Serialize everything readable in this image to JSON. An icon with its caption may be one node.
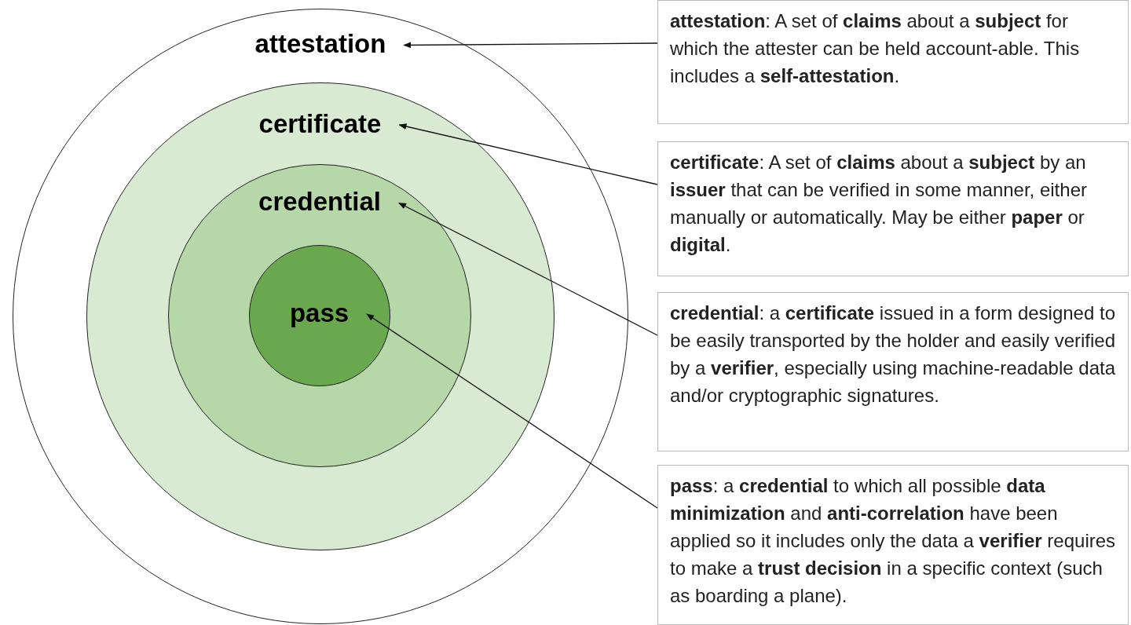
{
  "diagram": {
    "nodes": [
      {
        "text": [
          "attestation"
        ]
      },
      {
        "text": [
          "certificate"
        ],
        "in": 0
      },
      {
        "text": [
          "credential"
        ],
        "in": 1
      },
      {
        "text": [
          "pass"
        ],
        "in": 2
      },
      {
        "text": [
          "**attestation**: A set of **claims** about a **subject** for which the attester can be held account-able. This includes a **self-attestation**."
        ]
      },
      {
        "text": [
          "**certificate**: A set of **claims** about a **subject** by an **issuer** that can be verified in some manner, either manually or automatically. May be either **paper** or **digital**."
        ]
      },
      {
        "text": [
          "**credential**: a **certificate** issued in a form designed to be easily transported by the holder and easily verified by a **verifier**, especially using machine-readable data and/or cryptographic signatures."
        ]
      },
      {
        "text": [
          "**pass**: a **credential** to which all possible **data minimization** and **anti-correlation** have been applied so it includes only the data a **verifier** requires to make a **trust decision** in a specific context (such as boarding a plane)."
        ]
      }
    ],
    "edges": [
      {
        "from": 4,
        "to": 0,
        "arrow": "to"
      },
      {
        "from": 5,
        "to": 1,
        "arrow": "to"
      },
      {
        "from": 6,
        "to": 2,
        "arrow": "to"
      },
      {
        "from": 7,
        "to": 3,
        "arrow": "to"
      }
    ]
  }
}
